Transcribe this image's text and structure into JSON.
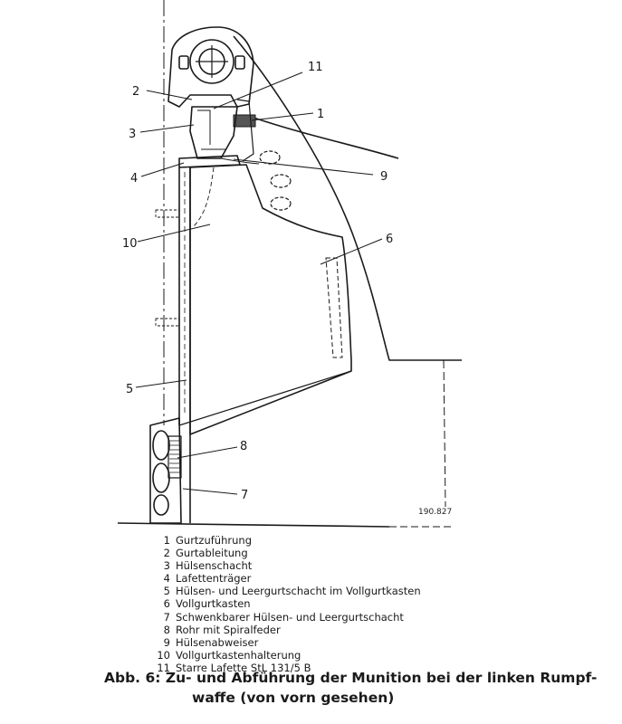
{
  "drawing": {
    "code": "190.827",
    "callouts": [
      "11",
      "2",
      "1",
      "3",
      "4",
      "9",
      "6",
      "10",
      "5",
      "8",
      "7"
    ]
  },
  "legend": [
    {
      "number": "1",
      "text": "Gurtzuführung"
    },
    {
      "number": "2",
      "text": "Gurtableitung"
    },
    {
      "number": "3",
      "text": "Hülsenschacht"
    },
    {
      "number": "4",
      "text": "Lafettenträger"
    },
    {
      "number": "5",
      "text": "Hülsen- und Leergurtschacht im Vollgurtkasten"
    },
    {
      "number": "6",
      "text": "Vollgurtkasten"
    },
    {
      "number": "7",
      "text": "Schwenkbarer Hülsen- und Leergurtschacht"
    },
    {
      "number": "8",
      "text": "Rohr mit Spiralfeder"
    },
    {
      "number": "9",
      "text": "Hülsenabweiser"
    },
    {
      "number": "10",
      "text": "Vollgurtkastenhalterung"
    },
    {
      "number": "11",
      "text": "Starre Lafette StL 131/5 B"
    }
  ],
  "caption": {
    "line1": "Abb. 6: Zu- und Abführung der Munition bei der linken Rumpf-",
    "line2": "waffe (von vorn gesehen)"
  }
}
